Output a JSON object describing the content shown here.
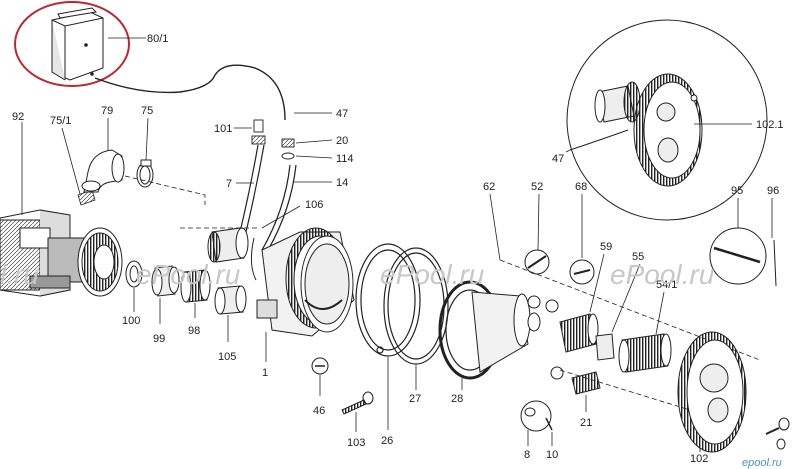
{
  "diagram": {
    "part_numbers": {
      "p80_1": "80/1",
      "p92": "92",
      "p75_1": "75/1",
      "p79": "79",
      "p75": "75",
      "p101": "101",
      "p47a": "47",
      "p20": "20",
      "p114": "114",
      "p7": "7",
      "p14": "14",
      "p106": "106",
      "p100": "100",
      "p99": "99",
      "p98": "98",
      "p105": "105",
      "p1": "1",
      "p46": "46",
      "p103": "103",
      "p26": "26",
      "p27": "27",
      "p28": "28",
      "p62": "62",
      "p52": "52",
      "p68": "68",
      "p59": "59",
      "p55": "55",
      "p54_1": "54/1",
      "p8": "8",
      "p10": "10",
      "p21": "21",
      "p102": "102",
      "p95": "95",
      "p96": "96",
      "p102_1": "102.1",
      "p47b": "47"
    },
    "watermarks": [
      "ePool.ru",
      "ePool.ru",
      "ePool.ru",
      "ePool.ru"
    ],
    "watermark_edge": "l.ru",
    "logo_text": "epool.ru",
    "colors": {
      "line": "#222222",
      "highlight_circle": "#c0262b",
      "watermark": "#c8c8c8",
      "logo": "#4a90c8"
    }
  }
}
